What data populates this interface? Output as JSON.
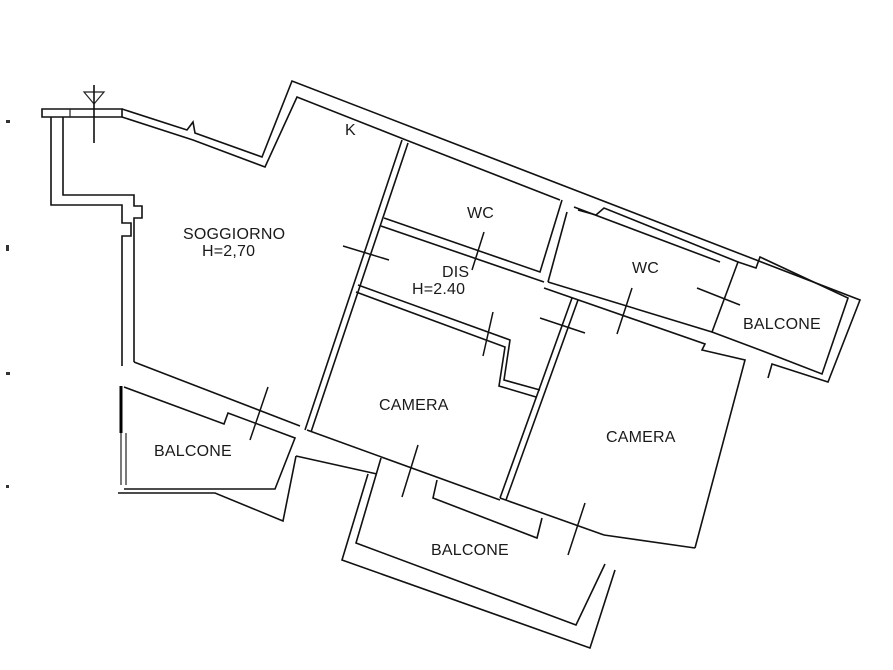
{
  "plan": {
    "type": "apartment floor plan",
    "rooms": [
      {
        "id": "soggiorno",
        "name": "SOGGIORNO",
        "height": "H=2,70"
      },
      {
        "id": "kitchen-mark",
        "name": "K"
      },
      {
        "id": "wc-1",
        "name": "WC"
      },
      {
        "id": "dis",
        "name": "DIS",
        "height": "H=2.40"
      },
      {
        "id": "wc-2",
        "name": "WC"
      },
      {
        "id": "balcone-east",
        "name": "BALCONE"
      },
      {
        "id": "camera-1",
        "name": "CAMERA"
      },
      {
        "id": "camera-2",
        "name": "CAMERA"
      },
      {
        "id": "balcone-west",
        "name": "BALCONE"
      },
      {
        "id": "balcone-south",
        "name": "BALCONE"
      }
    ],
    "colors": {
      "line": "#111111",
      "background": "#ffffff"
    }
  }
}
